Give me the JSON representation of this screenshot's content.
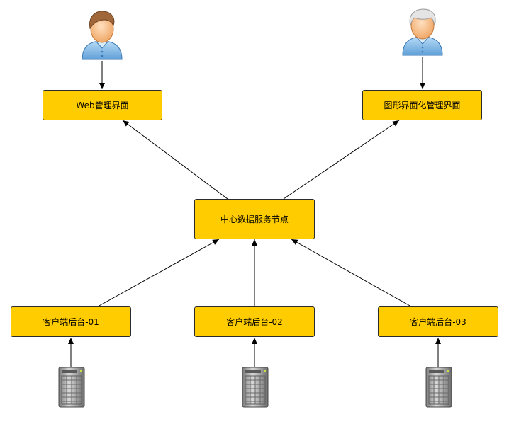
{
  "nodes": {
    "web": "Web管理界面",
    "gui": "图形界面化管理界面",
    "center": "中心数据服务节点",
    "client_1": "客户端后台-01",
    "client_2": "客户端后台-02",
    "client_3": "客户端后台-03"
  },
  "icons": {
    "user_1": "user-brown-hair-icon",
    "user_2": "user-gray-hair-icon",
    "server": "server-tower-icon"
  },
  "colors": {
    "node_fill": "#ffcc00",
    "node_border": "#2b2b2b",
    "edge": "#000000",
    "user_shirt": "#8cc4ee",
    "server_body": "#9a9a9a"
  }
}
